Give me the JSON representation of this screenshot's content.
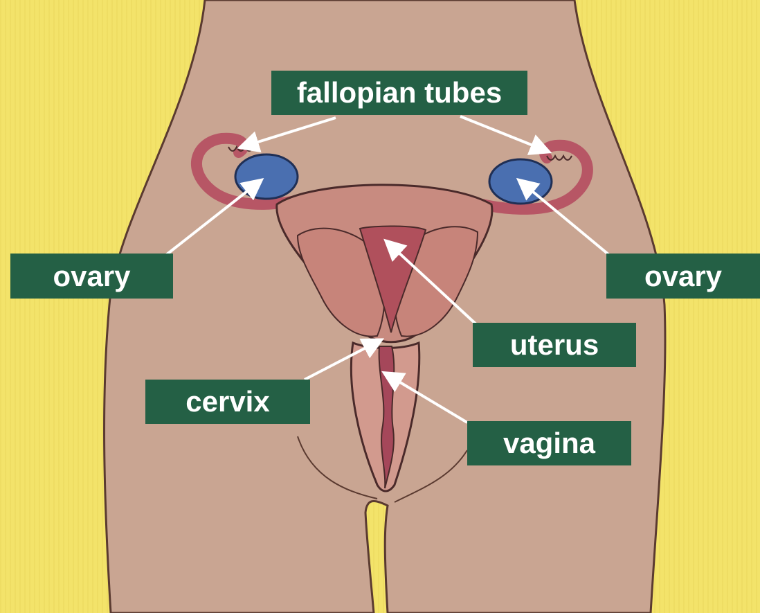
{
  "labels": {
    "fallopian_tubes": "fallopian tubes",
    "ovary_left": "ovary",
    "ovary_right": "ovary",
    "uterus": "uterus",
    "cervix": "cervix",
    "vagina": "vagina"
  },
  "colors": {
    "background": "#f3e36a",
    "skin": "#c9a592",
    "label_bg": "#246045",
    "label_text": "#ffffff",
    "organ_red": "#b75665",
    "organ_muscle": "#c88b80",
    "ovary_blue": "#4a6fb0",
    "arrow": "#ffffff"
  }
}
